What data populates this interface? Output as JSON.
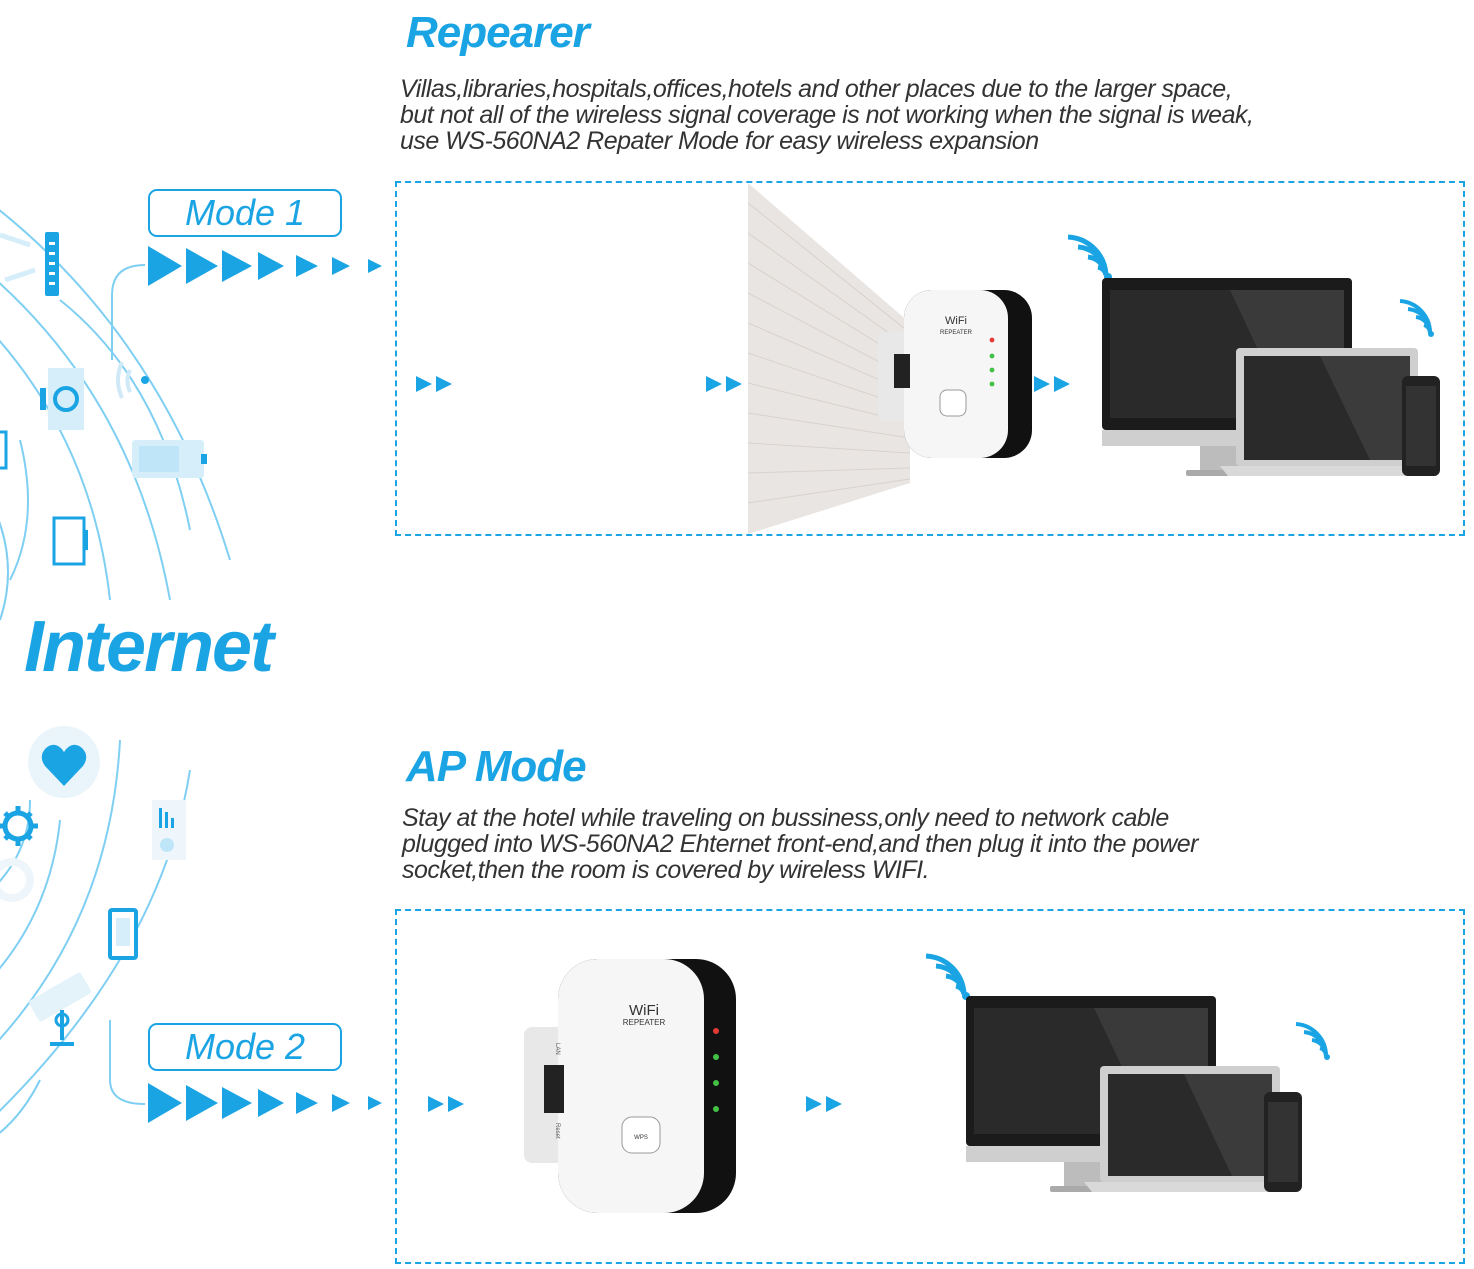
{
  "repeater_section": {
    "title": "Repearer",
    "description_lines": [
      "Villas,libraries,hospitals,offices,hotels and other places due to the larger space,",
      "but not all of the wireless signal coverage is not working when the signal is weak,",
      "use WS-560NA2 Repater Mode for easy wireless expansion"
    ],
    "mode_label": "Mode 1"
  },
  "ap_section": {
    "title": "AP Mode",
    "description_lines": [
      "Stay at the hotel while traveling on bussiness,only need to network cable",
      "plugged into WS-560NA2 Ehternet front-end,and then plug it into the power",
      "socket,then the room is covered by wireless WIFI."
    ],
    "mode_label": "Mode 2"
  },
  "internet_label": "Internet",
  "device": {
    "brand_text": "WiFi",
    "model_text": "REPEATER",
    "port_label": "LAN",
    "reset_label": "Reset",
    "button_label": "WPS"
  },
  "colors": {
    "accent": "#1ba4e4",
    "light_accent": "#bfe6f8",
    "device_white": "#f6f6f6",
    "device_black": "#111111",
    "led_red": "#e53935",
    "led_green": "#43c046"
  },
  "icons": [
    "wifi-signal-icon",
    "monitor-icon",
    "laptop-icon",
    "phone-icon",
    "heart-icon",
    "gear-icon",
    "camera-icon",
    "battery-icon",
    "play-arrow-icon"
  ]
}
